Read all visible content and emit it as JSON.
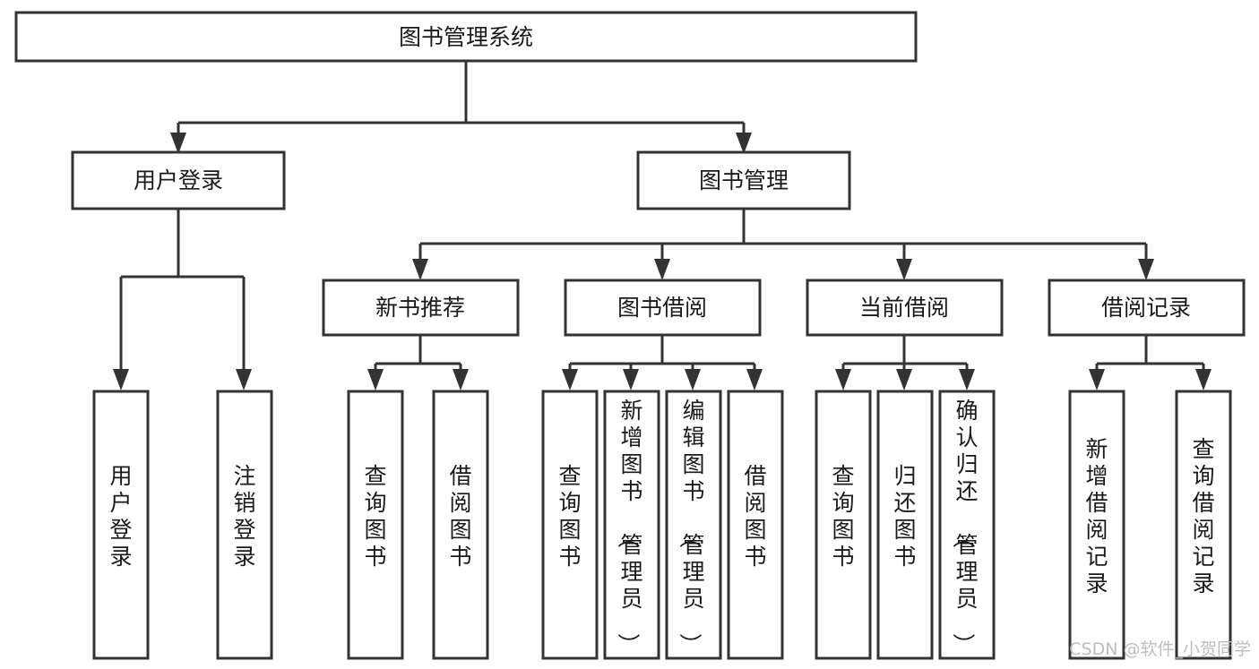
{
  "diagram": {
    "title": "图书管理系统",
    "type": "tree-hierarchy-chart",
    "orientation": "top-down",
    "colors": {
      "box_fill": "#ffffff",
      "box_stroke": "#333333",
      "text": "#1a1a1a",
      "background": "#ffffff",
      "watermark": "#bdbdbd"
    },
    "nodes": {
      "root": {
        "label": "图书管理系统",
        "level": 1,
        "orientation": "horizontal"
      },
      "l2_user_login": {
        "label": "用户登录",
        "level": 2,
        "orientation": "horizontal"
      },
      "l2_book_manage": {
        "label": "图书管理",
        "level": 2,
        "orientation": "horizontal"
      },
      "l3_new_book_rec": {
        "label": "新书推荐",
        "level": 3,
        "orientation": "horizontal"
      },
      "l3_book_borrow": {
        "label": "图书借阅",
        "level": 3,
        "orientation": "horizontal"
      },
      "l3_current_borrow": {
        "label": "当前借阅",
        "level": 3,
        "orientation": "horizontal"
      },
      "l3_borrow_record": {
        "label": "借阅记录",
        "level": 3,
        "orientation": "horizontal"
      },
      "leaf_user_login": {
        "label": "用户登录",
        "level": 4,
        "orientation": "vertical"
      },
      "leaf_logout": {
        "label": "注销登录",
        "level": 4,
        "orientation": "vertical"
      },
      "leaf_query_book_1": {
        "label": "查询图书",
        "level": 4,
        "orientation": "vertical"
      },
      "leaf_borrow_book_1": {
        "label": "借阅图书",
        "level": 4,
        "orientation": "vertical"
      },
      "leaf_query_book_2": {
        "label": "查询图书",
        "level": 4,
        "orientation": "vertical"
      },
      "leaf_add_book": {
        "label": "新增图书（管理员）",
        "level": 4,
        "orientation": "vertical"
      },
      "leaf_edit_book": {
        "label": "编辑图书（管理员）",
        "level": 4,
        "orientation": "vertical"
      },
      "leaf_borrow_book_2": {
        "label": "借阅图书",
        "level": 4,
        "orientation": "vertical"
      },
      "leaf_query_book_3": {
        "label": "查询图书",
        "level": 4,
        "orientation": "vertical"
      },
      "leaf_return_book": {
        "label": "归还图书",
        "level": 4,
        "orientation": "vertical"
      },
      "leaf_confirm_return": {
        "label": "确认归还（管理员）",
        "level": 4,
        "orientation": "vertical"
      },
      "leaf_add_record": {
        "label": "新增借阅记录",
        "level": 4,
        "orientation": "vertical"
      },
      "leaf_query_record": {
        "label": "查询借阅记录",
        "level": 4,
        "orientation": "vertical"
      }
    },
    "edges": [
      {
        "from": "root",
        "to": "l2_user_login"
      },
      {
        "from": "root",
        "to": "l2_book_manage"
      },
      {
        "from": "l2_user_login",
        "to": "leaf_user_login"
      },
      {
        "from": "l2_user_login",
        "to": "leaf_logout"
      },
      {
        "from": "l2_book_manage",
        "to": "l3_new_book_rec"
      },
      {
        "from": "l2_book_manage",
        "to": "l3_book_borrow"
      },
      {
        "from": "l2_book_manage",
        "to": "l3_current_borrow"
      },
      {
        "from": "l2_book_manage",
        "to": "l3_borrow_record"
      },
      {
        "from": "l3_new_book_rec",
        "to": "leaf_query_book_1"
      },
      {
        "from": "l3_new_book_rec",
        "to": "leaf_borrow_book_1"
      },
      {
        "from": "l3_book_borrow",
        "to": "leaf_query_book_2"
      },
      {
        "from": "l3_book_borrow",
        "to": "leaf_add_book"
      },
      {
        "from": "l3_book_borrow",
        "to": "leaf_edit_book"
      },
      {
        "from": "l3_book_borrow",
        "to": "leaf_borrow_book_2"
      },
      {
        "from": "l3_current_borrow",
        "to": "leaf_query_book_3"
      },
      {
        "from": "l3_current_borrow",
        "to": "leaf_return_book"
      },
      {
        "from": "l3_current_borrow",
        "to": "leaf_confirm_return"
      },
      {
        "from": "l3_borrow_record",
        "to": "leaf_add_record"
      },
      {
        "from": "l3_borrow_record",
        "to": "leaf_query_record"
      }
    ]
  },
  "watermark": {
    "text": "CSDN @软件_小贺同学"
  }
}
